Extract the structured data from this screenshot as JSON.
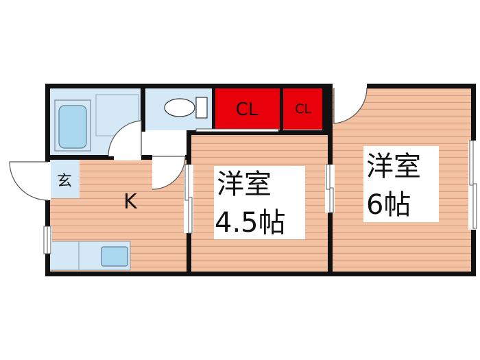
{
  "rooms": {
    "western_small": {
      "name": "洋室",
      "size": "4.5帖"
    },
    "western_large": {
      "name": "洋室",
      "size": "6帖"
    },
    "kitchen": {
      "label": "K"
    },
    "entrance": {
      "label": "玄"
    },
    "closet_large": {
      "label": "CL"
    },
    "closet_small": {
      "label": "CL"
    }
  },
  "colors": {
    "wall": "#111111",
    "floor_wood": "#f2c2a3",
    "floor_stripe": "#d89d7e",
    "wet_area": "#d4e8f6",
    "fixture": "#a9d8ef",
    "closet": "#e8000a",
    "label_bg": "#ffffff"
  },
  "icons": [
    "bathtub-icon",
    "toilet-icon",
    "sink-icon",
    "door-swing-icon",
    "sliding-door-icon",
    "window-icon"
  ]
}
